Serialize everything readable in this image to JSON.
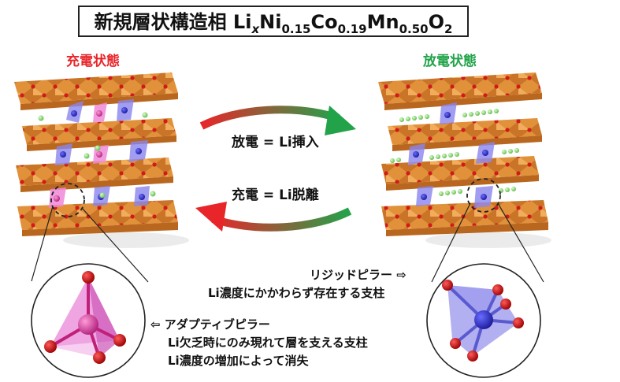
{
  "title": {
    "main": "新規層状構造相 Li",
    "x": "x",
    "ni": "Ni",
    "ni_sub": "0.15",
    "co": "Co",
    "co_sub": "0.19",
    "mn": "Mn",
    "mn_sub": "0.50",
    "o": "O",
    "o_sub": "2"
  },
  "states": {
    "charge": "充電状態",
    "discharge": "放電状態"
  },
  "process": {
    "discharge": "放電 = Li挿入",
    "charge": "充電 = Li脱離"
  },
  "rigid_pillar": {
    "label": "リジッドピラー ⇨",
    "desc": "Li濃度にかかわらず存在する支柱"
  },
  "adaptive_pillar": {
    "label": "⇦  アダプティブピラー",
    "desc1": "Li欠乏時にのみ現れて層を支える支柱",
    "desc2": "Li濃度の増加によって消失"
  },
  "colors": {
    "charge_red": "#e8262a",
    "discharge_green": "#22a34a",
    "octahedra_orange": "#e0913a",
    "tetra_pink": "#e66fcf",
    "octa_blue": "#7a74e0",
    "li_green": "#8fd97a",
    "oxygen_red": "#d11a1a"
  }
}
